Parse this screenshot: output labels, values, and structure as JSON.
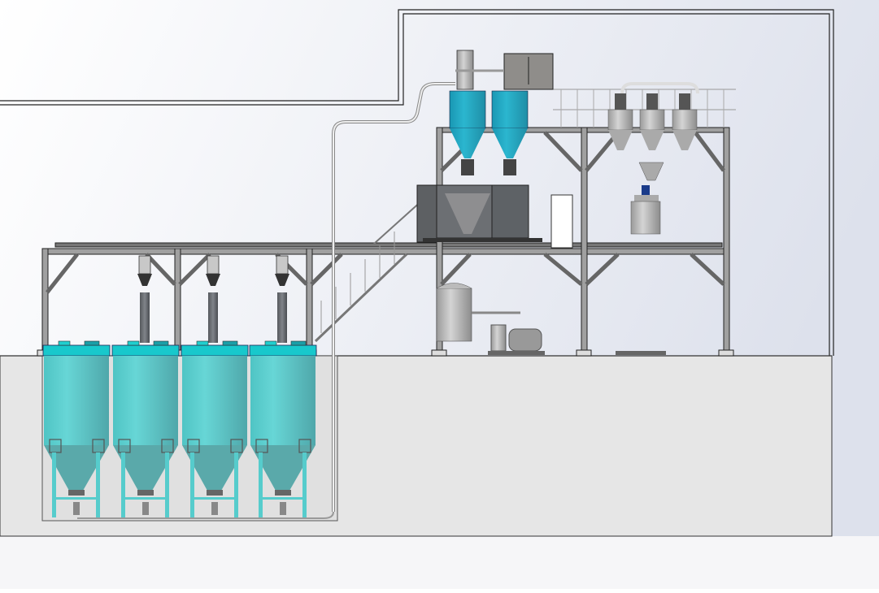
{
  "scene": {
    "silo_count": 4,
    "upper_hopper_count": 2,
    "small_silo_count": 3,
    "colors": {
      "background_top": "#ffffff",
      "background_bottom": "#dde1ec",
      "floor": "#e8e8e8",
      "teal": "#5ccfcf",
      "teal_dark": "#1aa3b8",
      "steel": "#9a9a9a",
      "steel_dark": "#5e6266",
      "outline": "#222222"
    }
  }
}
